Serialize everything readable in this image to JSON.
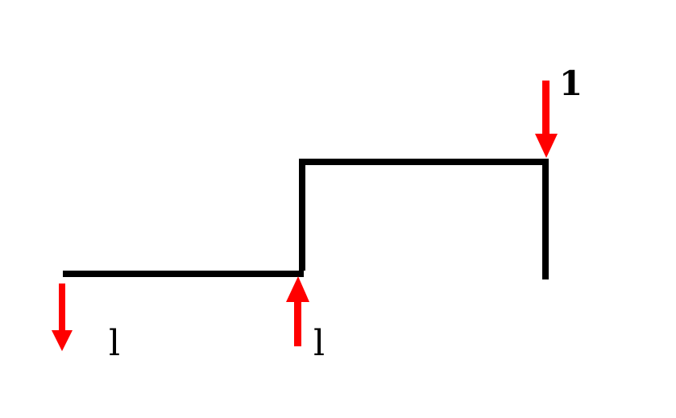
{
  "colors": {
    "background": "#ffffff",
    "structure": "#000000",
    "load_arrow": "#ff0000",
    "label_text": "#000000"
  },
  "labels": {
    "load_left": "l",
    "load_middle": "l",
    "load_right": "1"
  }
}
